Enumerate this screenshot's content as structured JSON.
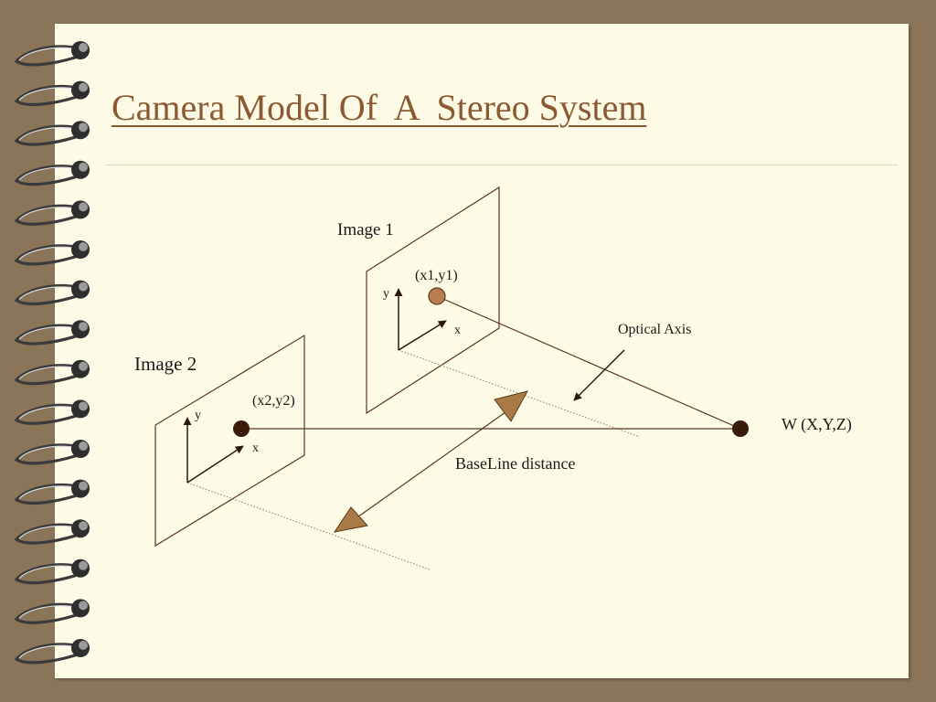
{
  "slide": {
    "title": "Camera Model Of  A  Stereo System"
  },
  "diagram": {
    "labels": {
      "image1": "Image 1",
      "image2": "Image 2",
      "point1": "(x1,y1)",
      "point2": "(x2,y2)",
      "axis_y1": "y",
      "axis_x1": "x",
      "axis_y2": "y",
      "axis_x2": "x",
      "optical_axis": "Optical Axis",
      "world_point": "W (X,Y,Z)",
      "baseline": "BaseLine distance"
    }
  },
  "colors": {
    "background": "#8a7559",
    "page": "#fdfbe6",
    "title": "#8b5a32",
    "line": "#5a3a1e",
    "arrowhead_fill": "#a87a46",
    "dark_point": "#3a1a08",
    "light_point": "#b77d4e"
  }
}
